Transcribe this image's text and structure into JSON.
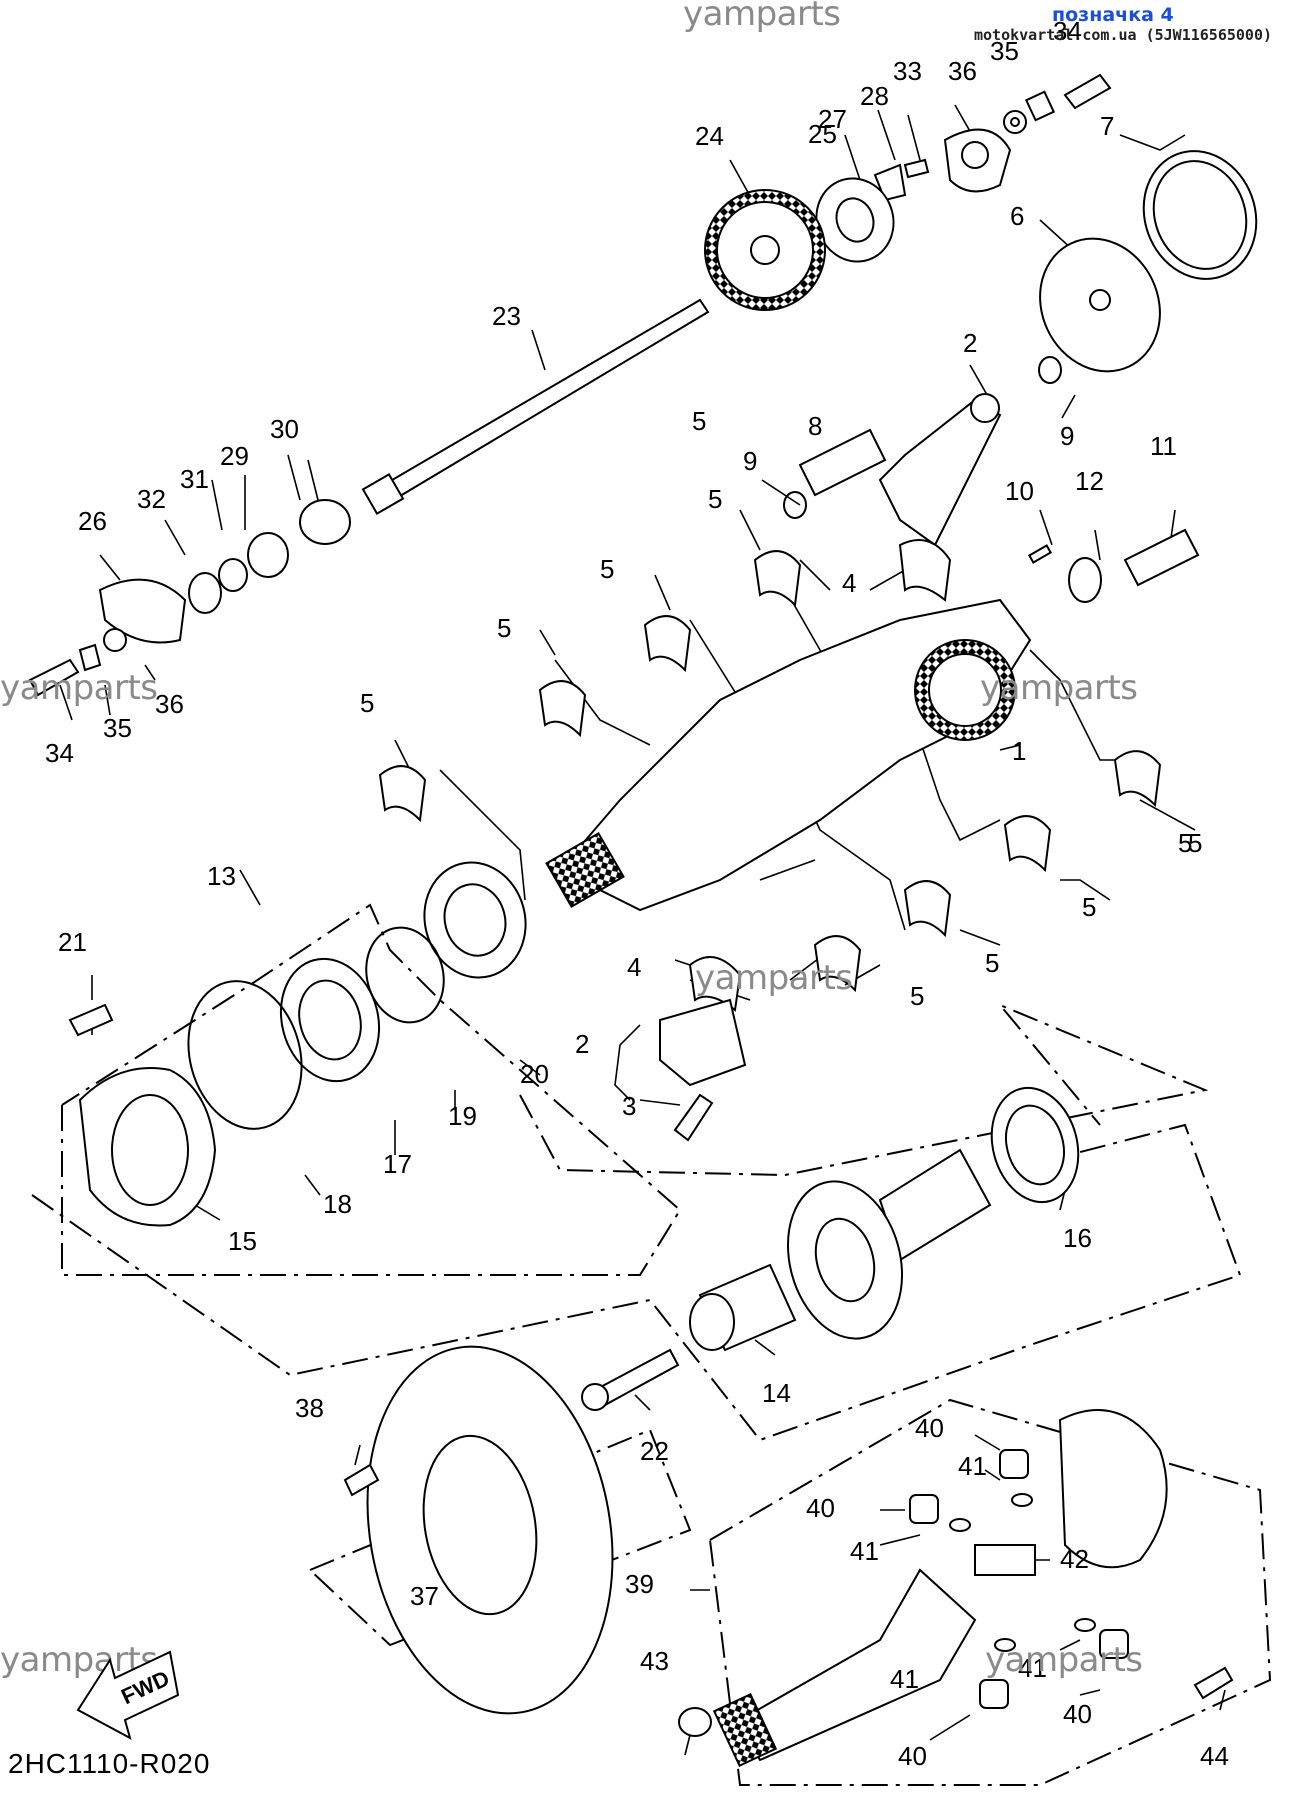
{
  "header": {
    "tag": "позначка 4",
    "site": "motokvartal.com.ua (5JW116565000)"
  },
  "watermark": "yamparts",
  "reference_code": "2HC1110-R020",
  "fwd_label": "FWD",
  "callouts": [
    {
      "id": "c1",
      "label": "1"
    },
    {
      "id": "c2a",
      "label": "2"
    },
    {
      "id": "c2b",
      "label": "2"
    },
    {
      "id": "c3",
      "label": "3"
    },
    {
      "id": "c4a",
      "label": "4"
    },
    {
      "id": "c4b",
      "label": "4"
    },
    {
      "id": "c5a",
      "label": "5"
    },
    {
      "id": "c5b",
      "label": "5"
    },
    {
      "id": "c5c",
      "label": "5"
    },
    {
      "id": "c5d",
      "label": "5"
    },
    {
      "id": "c5e",
      "label": "5"
    },
    {
      "id": "c5f",
      "label": "5"
    },
    {
      "id": "c5g",
      "label": "5"
    },
    {
      "id": "c5h",
      "label": "5"
    },
    {
      "id": "c5i",
      "label": "5"
    },
    {
      "id": "c5j",
      "label": "5"
    },
    {
      "id": "c6",
      "label": "6"
    },
    {
      "id": "c7",
      "label": "7"
    },
    {
      "id": "c8",
      "label": "8"
    },
    {
      "id": "c9a",
      "label": "9"
    },
    {
      "id": "c9b",
      "label": "9"
    },
    {
      "id": "c10",
      "label": "10"
    },
    {
      "id": "c11",
      "label": "11"
    },
    {
      "id": "c12",
      "label": "12"
    },
    {
      "id": "c13",
      "label": "13"
    },
    {
      "id": "c14",
      "label": "14"
    },
    {
      "id": "c15",
      "label": "15"
    },
    {
      "id": "c16",
      "label": "16"
    },
    {
      "id": "c17",
      "label": "17"
    },
    {
      "id": "c18",
      "label": "18"
    },
    {
      "id": "c19",
      "label": "19"
    },
    {
      "id": "c20",
      "label": "20"
    },
    {
      "id": "c21",
      "label": "21"
    },
    {
      "id": "c22",
      "label": "22"
    },
    {
      "id": "c23",
      "label": "23"
    },
    {
      "id": "c24",
      "label": "24"
    },
    {
      "id": "c25",
      "label": "25"
    },
    {
      "id": "c26",
      "label": "26"
    },
    {
      "id": "c27",
      "label": "27"
    },
    {
      "id": "c28",
      "label": "28"
    },
    {
      "id": "c29",
      "label": "29"
    },
    {
      "id": "c30",
      "label": "30"
    },
    {
      "id": "c31",
      "label": "31"
    },
    {
      "id": "c32",
      "label": "32"
    },
    {
      "id": "c33",
      "label": "33"
    },
    {
      "id": "c34a",
      "label": "34"
    },
    {
      "id": "c34b",
      "label": "34"
    },
    {
      "id": "c35a",
      "label": "35"
    },
    {
      "id": "c35b",
      "label": "35"
    },
    {
      "id": "c36a",
      "label": "36"
    },
    {
      "id": "c36b",
      "label": "36"
    },
    {
      "id": "c37",
      "label": "37"
    },
    {
      "id": "c38",
      "label": "38"
    },
    {
      "id": "c39",
      "label": "39"
    },
    {
      "id": "c40a",
      "label": "40"
    },
    {
      "id": "c40b",
      "label": "40"
    },
    {
      "id": "c40c",
      "label": "40"
    },
    {
      "id": "c40d",
      "label": "40"
    },
    {
      "id": "c41a",
      "label": "41"
    },
    {
      "id": "c41b",
      "label": "41"
    },
    {
      "id": "c41c",
      "label": "41"
    },
    {
      "id": "c41d",
      "label": "41"
    },
    {
      "id": "c42",
      "label": "42"
    },
    {
      "id": "c43",
      "label": "43"
    },
    {
      "id": "c44",
      "label": "44"
    }
  ]
}
